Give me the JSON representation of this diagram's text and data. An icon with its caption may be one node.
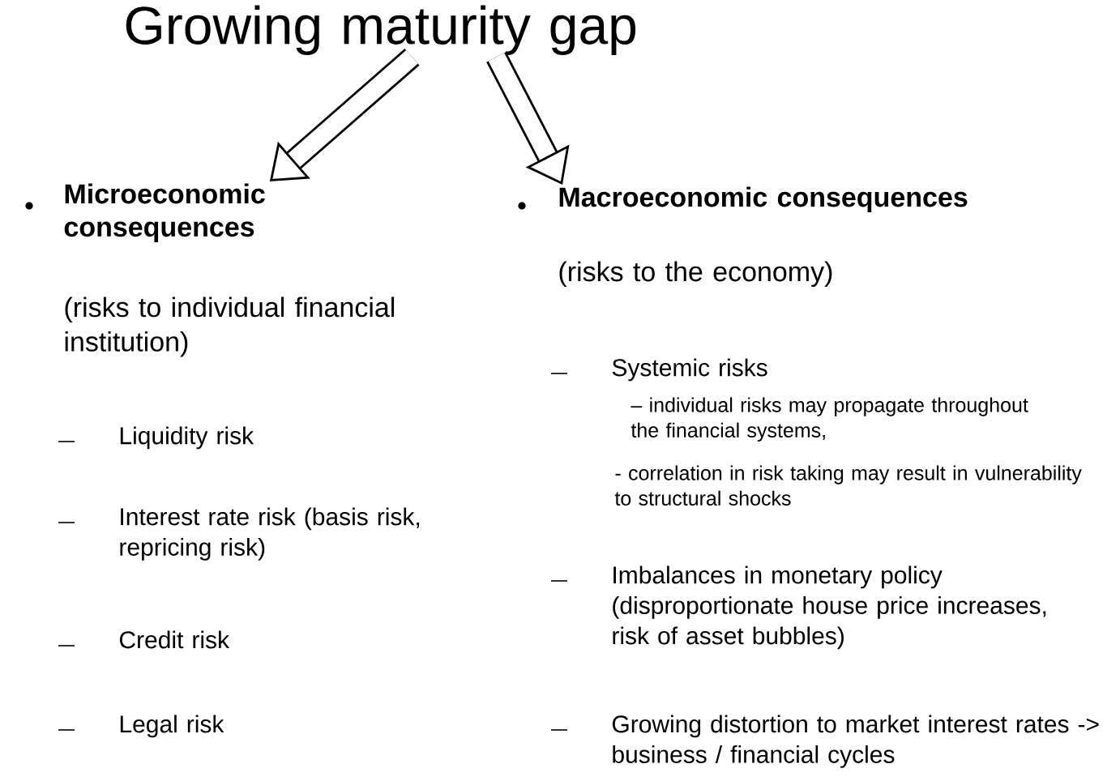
{
  "diagram": {
    "nodes": [
      {
        "text": [
          "Growing maturity gap"
        ]
      },
      {
        "text": [
          "Microeconomic consequences"
        ]
      },
      {
        "text": [
          "Macroeconomic consequences"
        ]
      }
    ],
    "edges": [
      {
        "from": 0,
        "to": 1,
        "arrow": "to"
      },
      {
        "from": 0,
        "to": 2,
        "arrow": "to"
      }
    ],
    "labels": [
      "(risks to individual financial institution)",
      "Liquidity risk",
      "Interest rate risk (basis risk, repricing risk)",
      "Credit risk",
      "Legal risk",
      "(risks to the economy)",
      "Systemic risks",
      "– individual risks may propagate throughout the financial systems,",
      "-  correlation in risk taking may result in vulnerability to structural shocks",
      "Imbalances in monetary policy (disproportionate house price increases, risk of asset bubbles)",
      "Growing distortion to market interest rates -> business / financial cycles"
    ]
  }
}
